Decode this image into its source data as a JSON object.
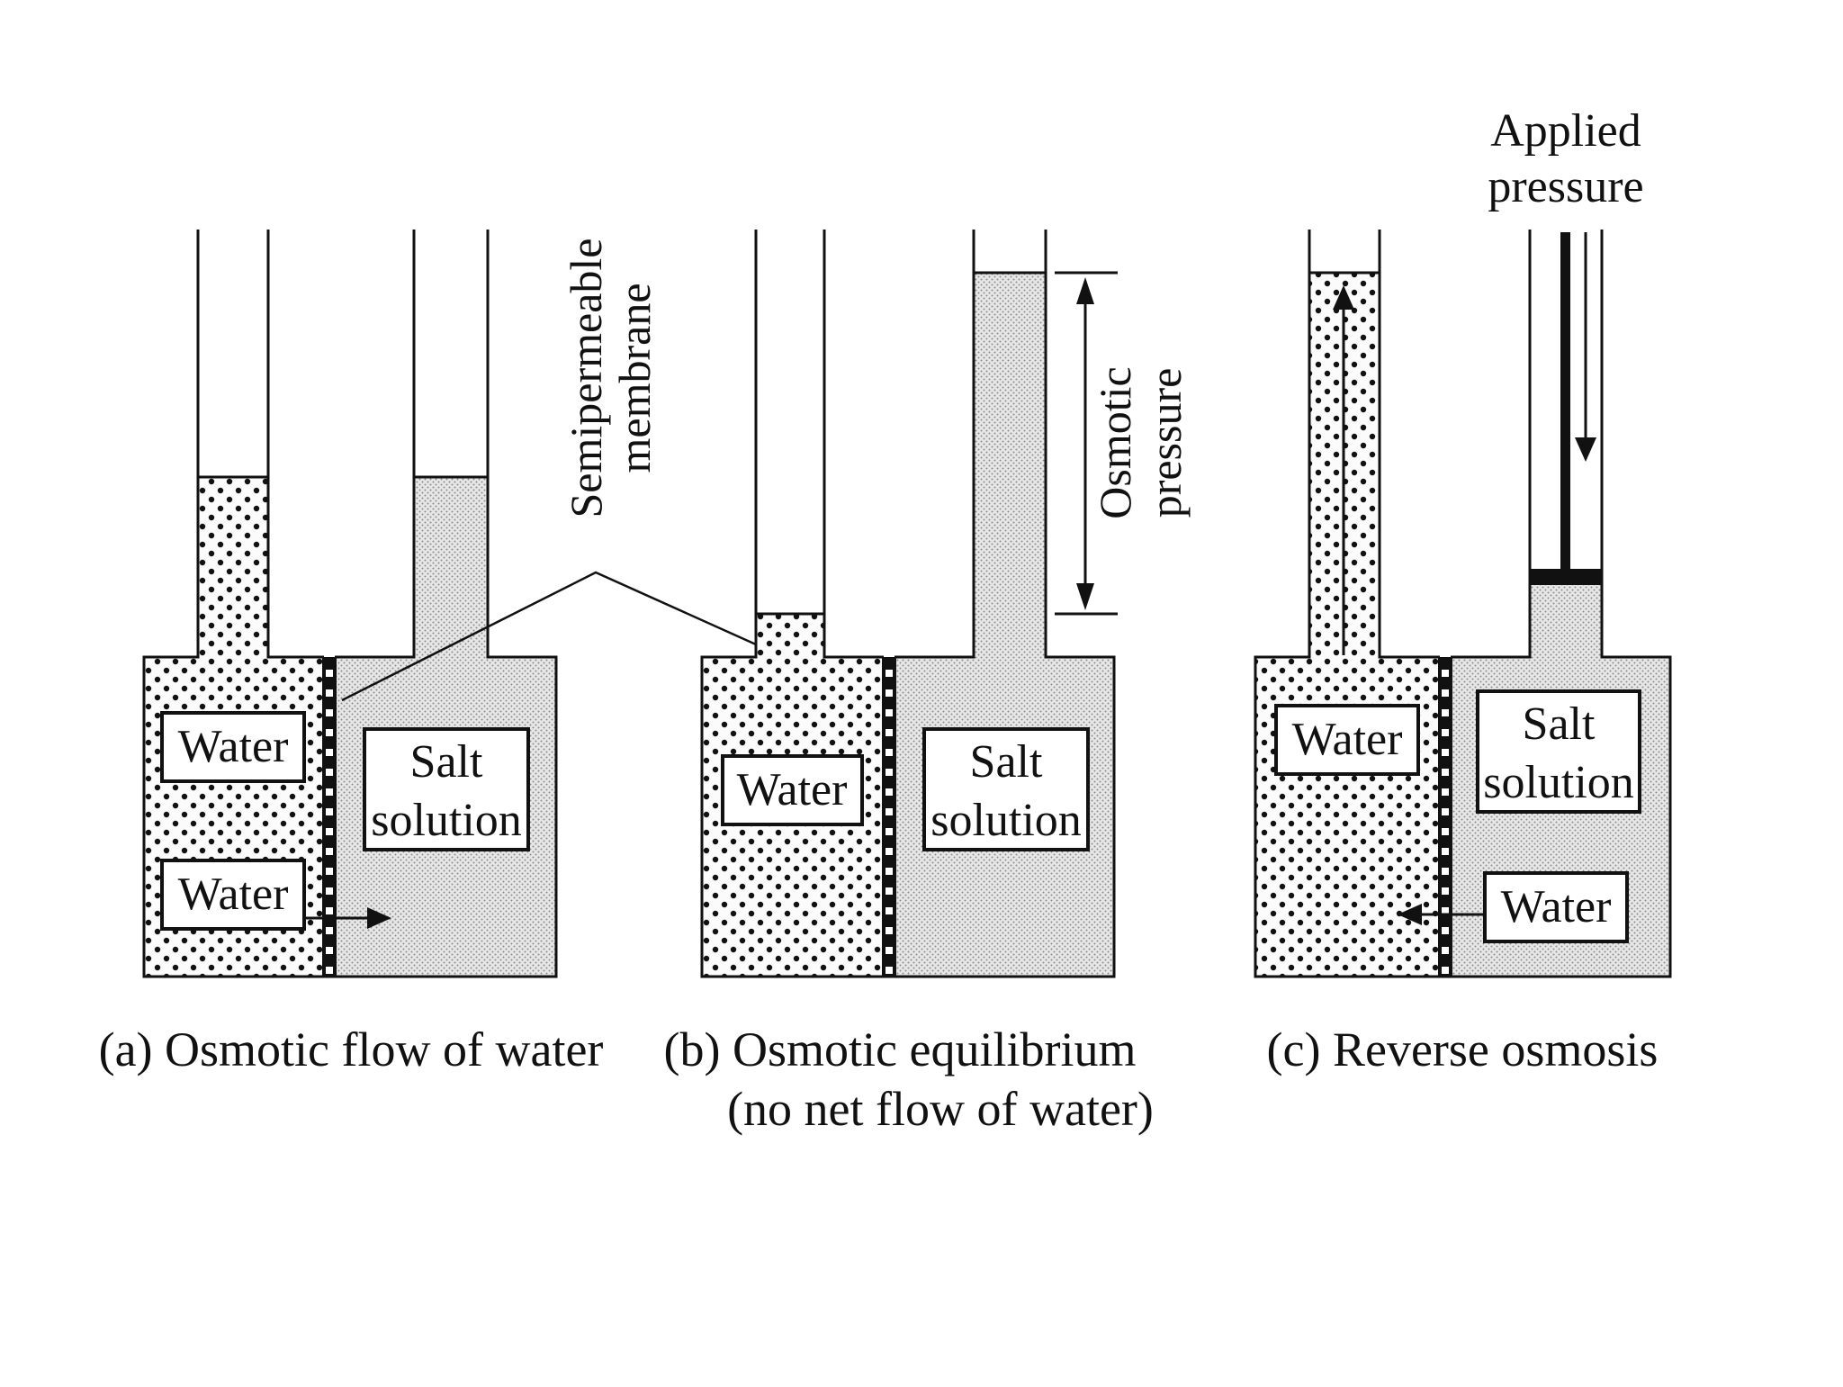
{
  "panels": {
    "a": {
      "caption": "(a) Osmotic flow of water",
      "left_label": "Water",
      "right_label_line1": "Salt",
      "right_label_line2": "solution",
      "flow_label": "Water"
    },
    "b": {
      "caption_line1": "(b) Osmotic equilibrium",
      "caption_line2": "(no net flow of water)",
      "left_label": "Water",
      "right_label_line1": "Salt",
      "right_label_line2": "solution",
      "dimension_label_line1": "Osmotic",
      "dimension_label_line2": "pressure"
    },
    "c": {
      "caption": "(c) Reverse osmosis",
      "left_label": "Water",
      "right_label_line1": "Salt",
      "right_label_line2": "solution",
      "flow_label": "Water",
      "piston_label_line1": "Applied",
      "piston_label_line2": "pressure"
    }
  },
  "membrane_callout": {
    "line1": "Semipermeable",
    "line2": "membrane"
  }
}
